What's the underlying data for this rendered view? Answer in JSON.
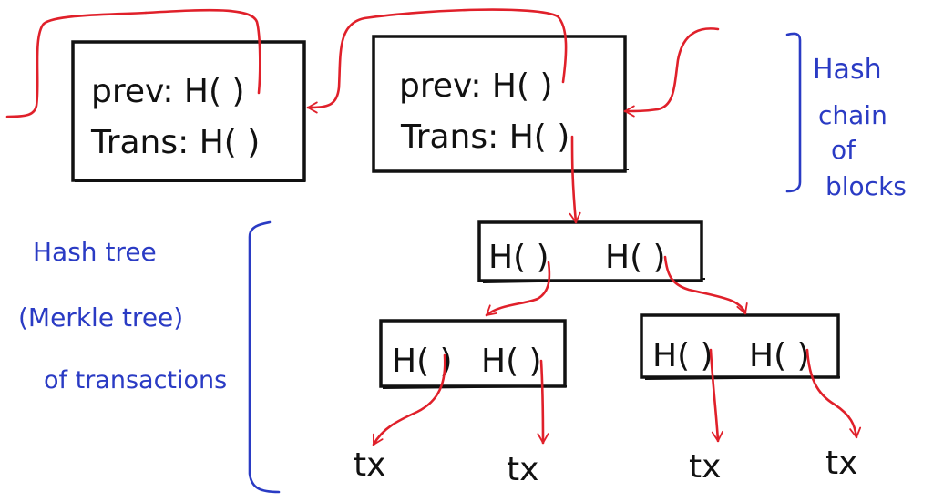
{
  "colors": {
    "ink": "#111111",
    "arrow": "#e0202a",
    "note": "#2a3bc4",
    "background": "#ffffff"
  },
  "blocks": [
    {
      "prev_label": "prev: H( )",
      "trans_label": "Trans: H( )"
    },
    {
      "prev_label": "prev: H( )",
      "trans_label": "Trans: H( )"
    }
  ],
  "tree": {
    "root": {
      "left": "H( )",
      "right": "H( )"
    },
    "left_node": {
      "left": "H( )",
      "right": "H( )"
    },
    "right_node": {
      "left": "H( )",
      "right": "H( )"
    },
    "leaves": [
      "tx",
      "tx",
      "tx",
      "tx"
    ]
  },
  "notes": {
    "chain_lines": [
      "Hash",
      "chain",
      "of",
      "blocks"
    ],
    "tree_lines": [
      "Hash tree",
      "(Merkle tree)",
      "of transactions"
    ]
  }
}
